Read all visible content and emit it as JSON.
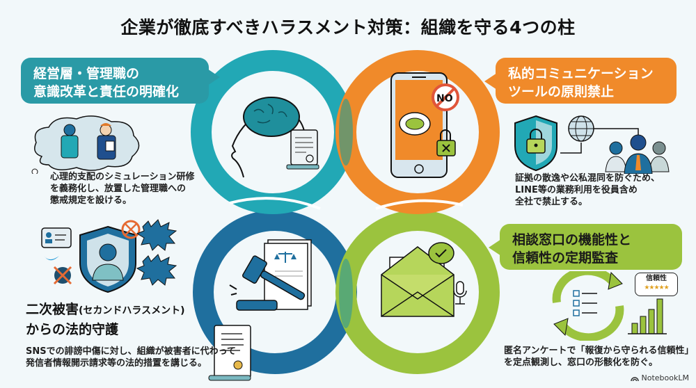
{
  "title": "企業が徹底すべきハラスメント対策：組織を守る4つの柱",
  "colors": {
    "teal": "#2a9aa6",
    "blue": "#1f6f9e",
    "orange": "#f08a2a",
    "green": "#9bc33e",
    "background": "#f2f8fa"
  },
  "pillars": [
    {
      "id": "management",
      "heading_lines": [
        "経営層・管理職の",
        "意識改革と責任の明確化"
      ],
      "description_lines": [
        "心理的支配のシミュレーション研修",
        "を義務化し、放置した管理職への",
        "懲戒規定を設ける。"
      ],
      "icon": "brain-head-document-icon",
      "illustration": "thought-cloud-two-people"
    },
    {
      "id": "private-tools",
      "heading_lines": [
        "私的コミュニケーション",
        "ツールの原則禁止"
      ],
      "description_lines": [
        "証拠の散逸や公私混同を防ぐため、",
        "LINE等の業務利用を役員含め",
        "全社で禁止する。"
      ],
      "icon": "smartphone-no-chat-lock-icon",
      "icon_badge": "NO",
      "illustration": "shield-lock-globe-people"
    },
    {
      "id": "secondary-harm",
      "heading_main": "二次被害",
      "heading_paren": "(セカンドハラスメント)",
      "heading_line2": "からの法的守護",
      "description_lines": [
        "SNSでの誹謗中傷に対し、組織が被害者に代わって",
        "発信者情報開示請求等の法的措置を講じる。"
      ],
      "icon": "gavel-legal-documents-icon",
      "illustration": "shield-person-sns"
    },
    {
      "id": "consultation-audit",
      "heading_lines": [
        "相談窓口の機能性と",
        "信頼性の定期監査"
      ],
      "description_lines": [
        "匿名アンケートで「報復から守られる信頼性」",
        "を定点観測し、窓口の形骸化を防ぐ。"
      ],
      "icon": "envelope-check-microphone-icon",
      "illustration": "cycle-checklist-bar-chart",
      "rating_label": "信頼性",
      "rating_stars": 5
    }
  ],
  "footer": {
    "brand": "NotebookLM"
  }
}
